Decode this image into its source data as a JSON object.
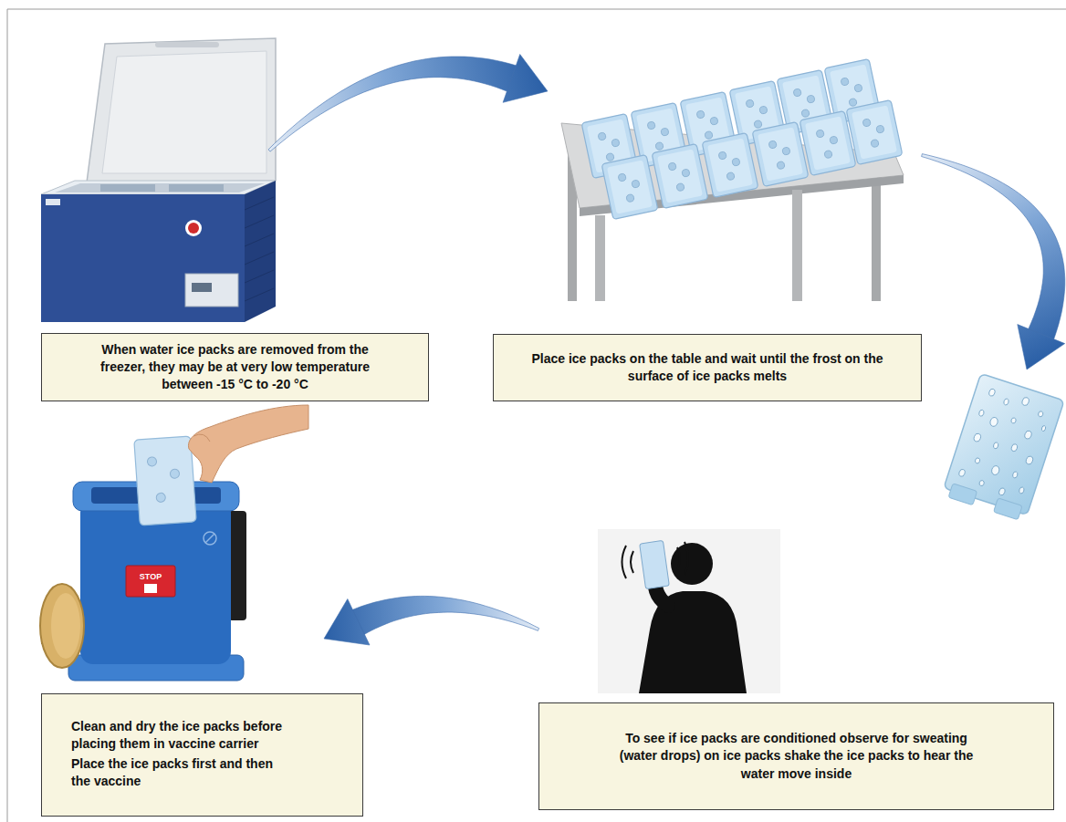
{
  "diagram": {
    "nodes": [
      {
        "text": [
          "When water ice packs are removed from the freezer, they may be at very low temperature between -15 °C to -20 °C"
        ]
      },
      {
        "text": [
          "Place ice packs on the table and wait until the frost on the surface of ice packs melts"
        ]
      },
      {
        "text": [
          "Clean and dry the ice packs before placing them in vaccine carrier",
          "Place the ice packs first and then the vaccine"
        ]
      },
      {
        "text": [
          "To see if ice packs are conditioned observe for sweating (water drops) on ice packs shake the ice packs to hear the water move inside"
        ]
      }
    ],
    "edges": [
      {
        "from": 0,
        "to": 1,
        "arrow": "to"
      },
      {
        "from": 1,
        "to": 3,
        "arrow": "to"
      },
      {
        "from": 3,
        "to": 2,
        "arrow": "to"
      }
    ],
    "labels": [
      "STOP"
    ]
  }
}
